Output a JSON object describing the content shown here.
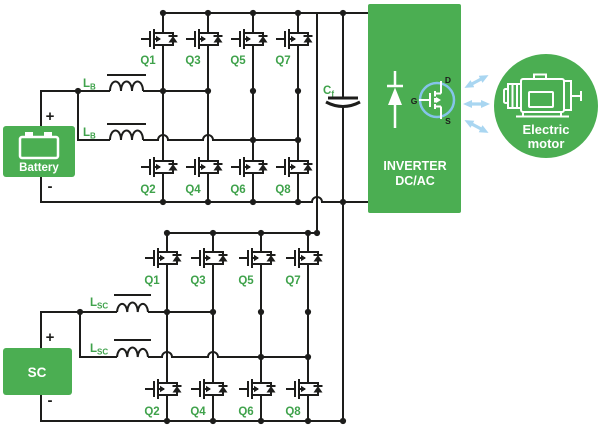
{
  "colors": {
    "wire": "#1d1d1b",
    "green_fill": "#4bae52",
    "label_green": "#3fa24b",
    "arrow_blue": "#a9d6f1",
    "mosfet_circle_blue": "#85c4ea",
    "white": "#ffffff"
  },
  "battery": {
    "label": "Battery",
    "plus": "+",
    "minus": "-"
  },
  "supercap": {
    "label": "SC",
    "plus": "+",
    "minus": "-"
  },
  "top_converter": {
    "inductors": [
      {
        "main": "L",
        "sub": "B"
      },
      {
        "main": "L",
        "sub": "B"
      }
    ],
    "high_side": [
      "Q1",
      "Q3",
      "Q5",
      "Q7"
    ],
    "low_side": [
      "Q2",
      "Q4",
      "Q6",
      "Q8"
    ]
  },
  "bottom_converter": {
    "inductors": [
      {
        "main": "L",
        "sub": "SC"
      },
      {
        "main": "L",
        "sub": "SC"
      }
    ],
    "high_side": [
      "Q1",
      "Q3",
      "Q5",
      "Q7"
    ],
    "low_side": [
      "Q2",
      "Q4",
      "Q6",
      "Q8"
    ]
  },
  "dc_link_capacitor": {
    "main": "C",
    "sub": "f"
  },
  "inverter": {
    "line1": "INVERTER",
    "line2": "DC/AC",
    "gate": "G",
    "drain": "D",
    "source": "S"
  },
  "motor": {
    "line1": "Electric",
    "line2": "motor"
  }
}
